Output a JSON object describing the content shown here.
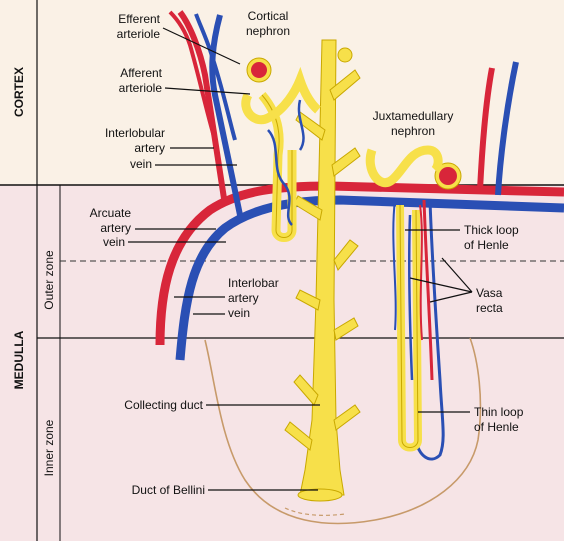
{
  "regions": {
    "cortex": "CORTEX",
    "medulla": "MEDULLA"
  },
  "zones": {
    "outer": "Outer zone",
    "inner": "Inner zone"
  },
  "labels": {
    "efferent": [
      "Efferent",
      "arteriole"
    ],
    "afferent": [
      "Afferent",
      "arteriole"
    ],
    "cortical_nephron": [
      "Cortical",
      "nephron"
    ],
    "interlobular": [
      "Interlobular",
      "artery",
      "vein"
    ],
    "juxtamedullary": [
      "Juxtamedullary",
      "nephron"
    ],
    "arcuate": [
      "Arcuate",
      "artery",
      "vein"
    ],
    "thick_loop": [
      "Thick loop",
      "of Henle"
    ],
    "interlobar": [
      "Interlobar",
      "artery",
      "vein"
    ],
    "vasa_recta": [
      "Vasa",
      "recta"
    ],
    "collecting_duct": "Collecting duct",
    "thin_loop": [
      "Thin loop",
      "of Henle"
    ],
    "duct_of_bellini": "Duct of Bellini"
  },
  "colors": {
    "cortex_bg": "#faf1e6",
    "medulla_bg": "#f6e4e6",
    "artery": "#d8263a",
    "vein": "#2a4fb4",
    "duct": "#f7e04a",
    "papilla": "#c79a6a"
  }
}
